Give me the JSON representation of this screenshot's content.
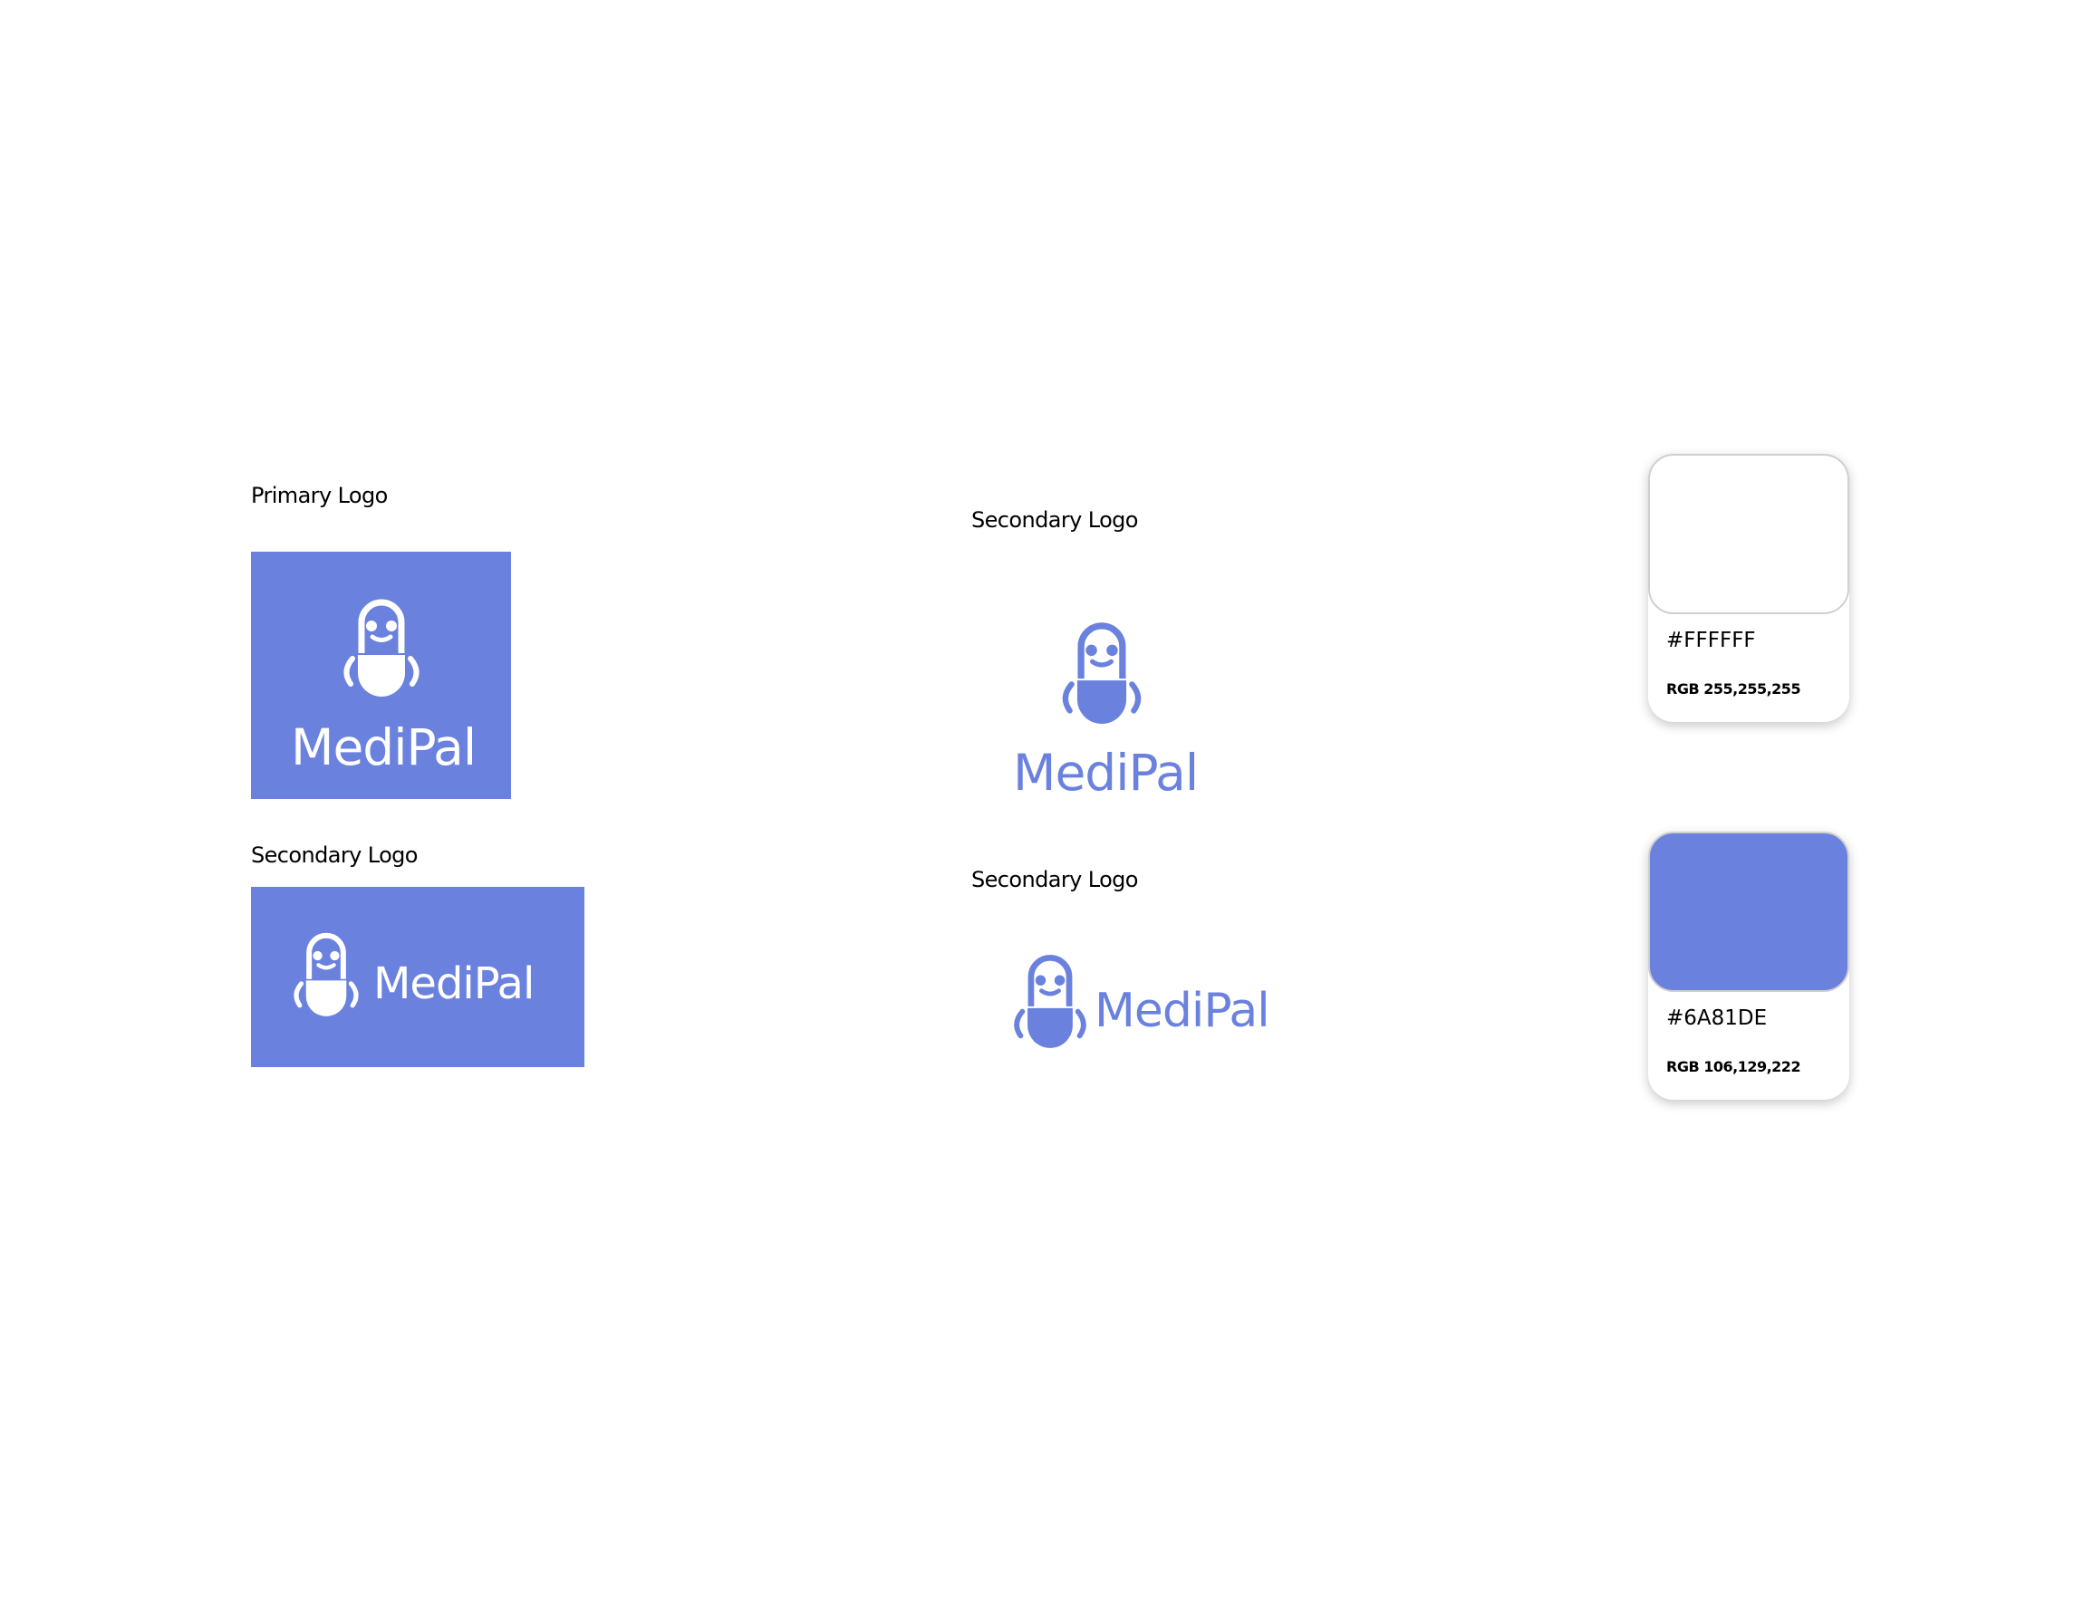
{
  "brand": {
    "name": "MediPal",
    "primary_color": "#6A81DE",
    "on_primary_color": "#FFFFFF"
  },
  "sections": {
    "primary_logo_label": "Primary Logo",
    "secondary_logo_label_1": "Secondary Logo",
    "secondary_logo_label_2": "Secondary Logo",
    "secondary_logo_label_3": "Secondary Logo"
  },
  "logos": {
    "primary_wordmark": "MediPal",
    "secondary_block_wordmark": "MediPal",
    "stacked_wordmark": "MediPal",
    "horizontal_wordmark": "MediPal",
    "icon": "pill-mascot-icon"
  },
  "palette": [
    {
      "hex": "#FFFFFF",
      "rgb": "RGB 255,255,255",
      "swatch": "#FFFFFF"
    },
    {
      "hex": "#6A81DE",
      "rgb": "RGB 106,129,222",
      "swatch": "#6A81DE"
    }
  ]
}
